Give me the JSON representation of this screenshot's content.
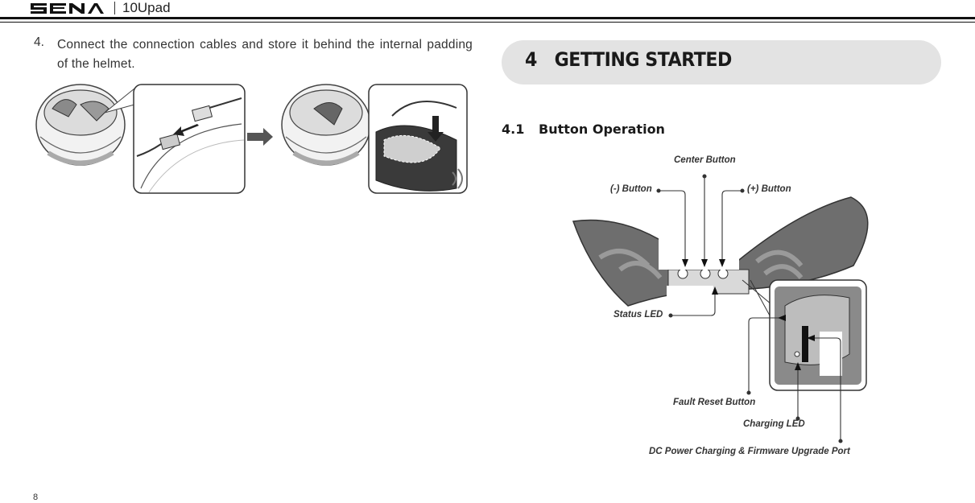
{
  "header": {
    "brand": "SENA",
    "product": "10Upad"
  },
  "left_column": {
    "step_number": "4.",
    "step_text": "Connect the connection cables and store it behind the internal padding of the helmet."
  },
  "right_column": {
    "section_number": "4",
    "section_title": "GETTING STARTED",
    "subsection_number": "4.1",
    "subsection_title": "Button Operation",
    "callouts": {
      "center_button": "Center Button",
      "minus_button": "(-) Button",
      "plus_button": "(+) Button",
      "status_led": "Status LED",
      "fault_reset_button": "Fault Reset Button",
      "charging_led": "Charging LED",
      "dc_power_port": "DC Power Charging & Firmware Upgrade Port"
    }
  },
  "footer": {
    "page_number": "8"
  },
  "colors": {
    "section_bar": "#e3e3e3",
    "rule": "#111111"
  }
}
